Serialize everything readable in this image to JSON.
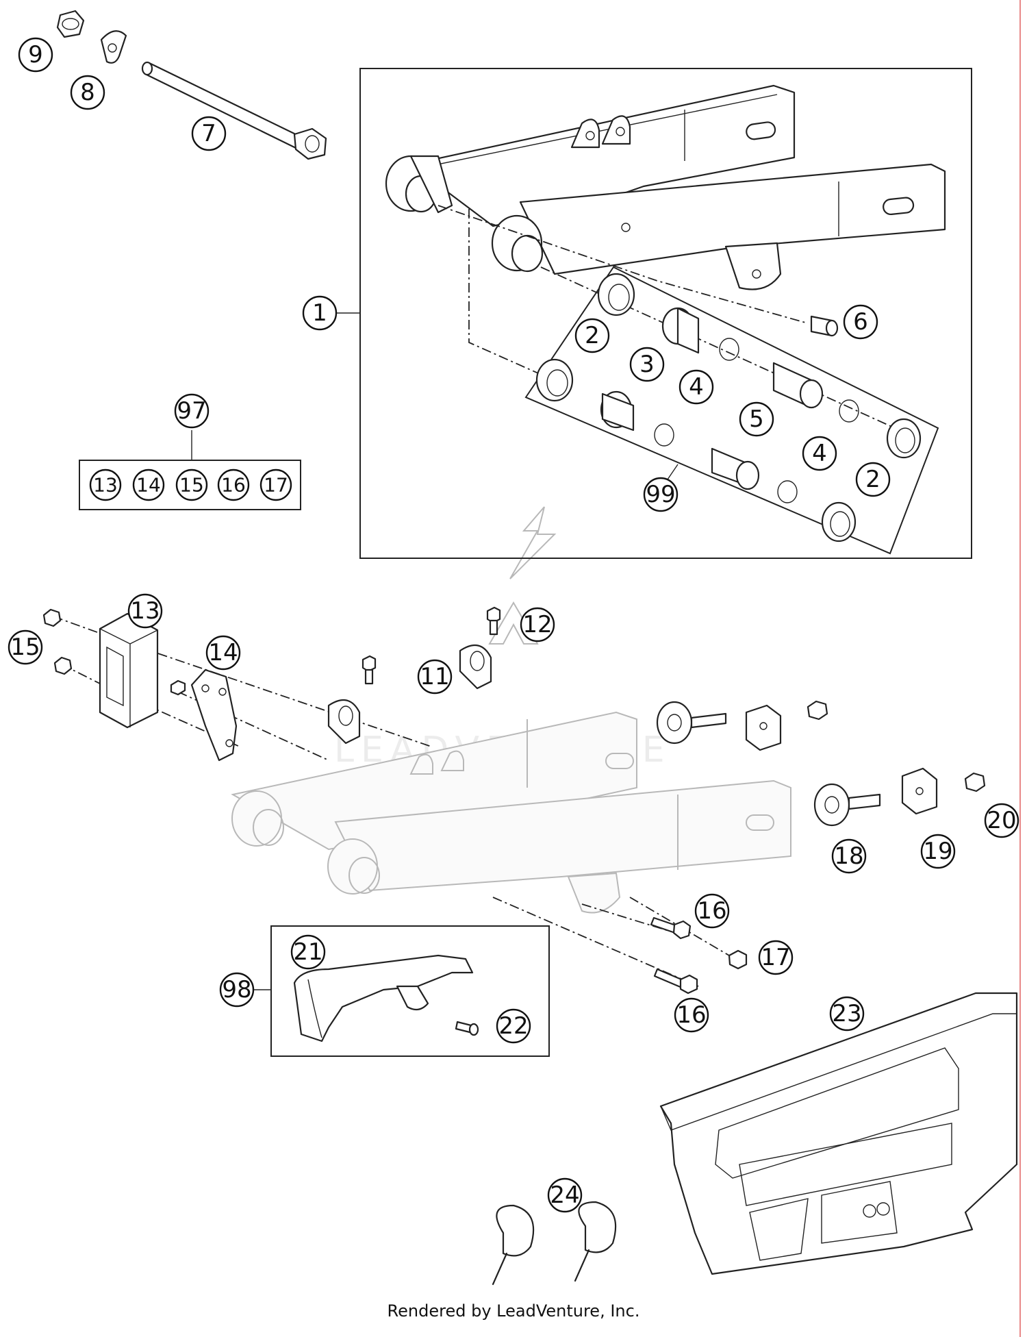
{
  "diagram": {
    "type": "exploded parts diagram",
    "callouts": {
      "c1": "1",
      "c2a": "2",
      "c2b": "2",
      "c3": "3",
      "c4a": "4",
      "c4b": "4",
      "c5": "5",
      "c6": "6",
      "c7": "7",
      "c8": "8",
      "c9": "9",
      "c99": "99",
      "c97": "97",
      "k13": "13",
      "k14": "14",
      "k15": "15",
      "k16": "16",
      "k17": "17",
      "c11": "11",
      "c12": "12",
      "c13": "13",
      "c14": "14",
      "c15": "15",
      "c16a": "16",
      "c16b": "16",
      "c17": "17",
      "c18": "18",
      "c19": "19",
      "c20": "20",
      "c21": "21",
      "c22": "22",
      "c98": "98",
      "c23": "23",
      "c24": "24"
    },
    "watermark": "LEADVENTURE"
  },
  "footer": {
    "credit": "Rendered by LeadVenture, Inc."
  }
}
